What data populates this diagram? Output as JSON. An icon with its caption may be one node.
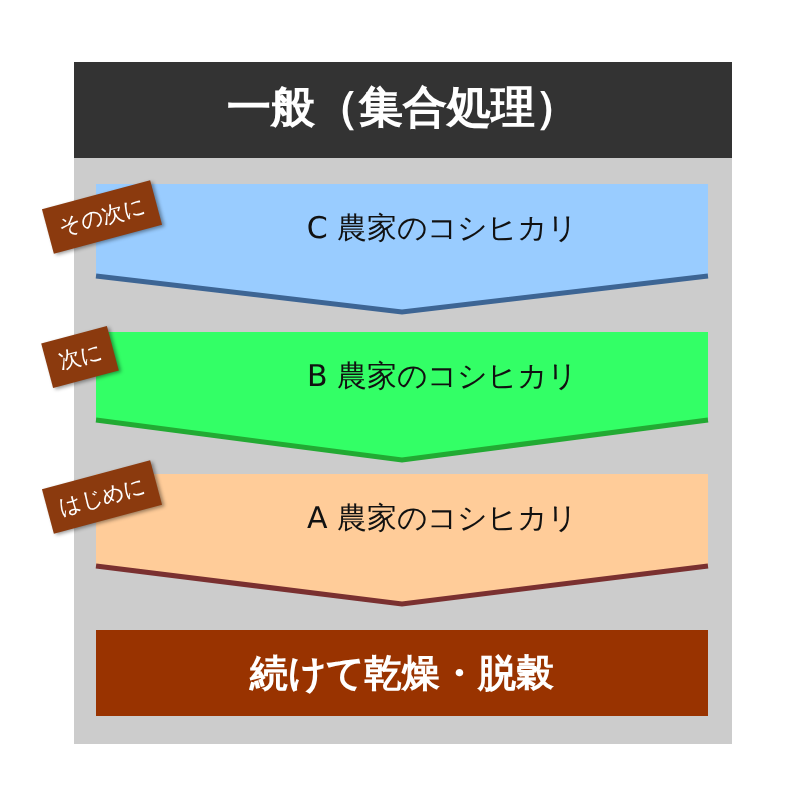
{
  "diagram": {
    "nodes": [
      {
        "text": [
          "一般（集合処理）"
        ]
      },
      {
        "text": [
          "C 農家のコシヒカリ"
        ],
        "in": 0
      },
      {
        "text": [
          "B 農家のコシヒカリ"
        ],
        "in": 0
      },
      {
        "text": [
          "A 農家のコシヒカリ"
        ],
        "in": 0
      },
      {
        "text": [
          "続けて乾燥・脱穀"
        ],
        "in": 0
      }
    ],
    "labels": [
      "その次に",
      "次に",
      "はじめに"
    ]
  }
}
